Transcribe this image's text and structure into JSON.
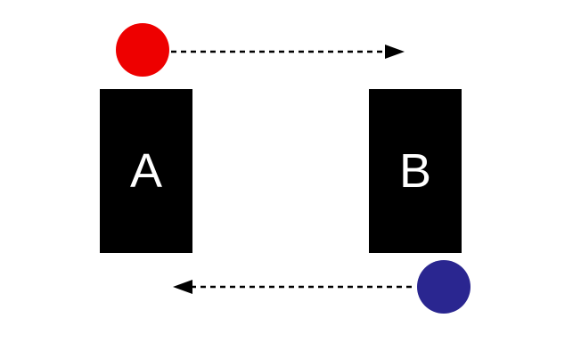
{
  "diagram": {
    "box_a": {
      "label": "A"
    },
    "box_b": {
      "label": "B"
    },
    "ball_top": {
      "color": "#ee0000",
      "direction": "right"
    },
    "ball_bottom": {
      "color": "#2a2690",
      "direction": "left"
    }
  }
}
